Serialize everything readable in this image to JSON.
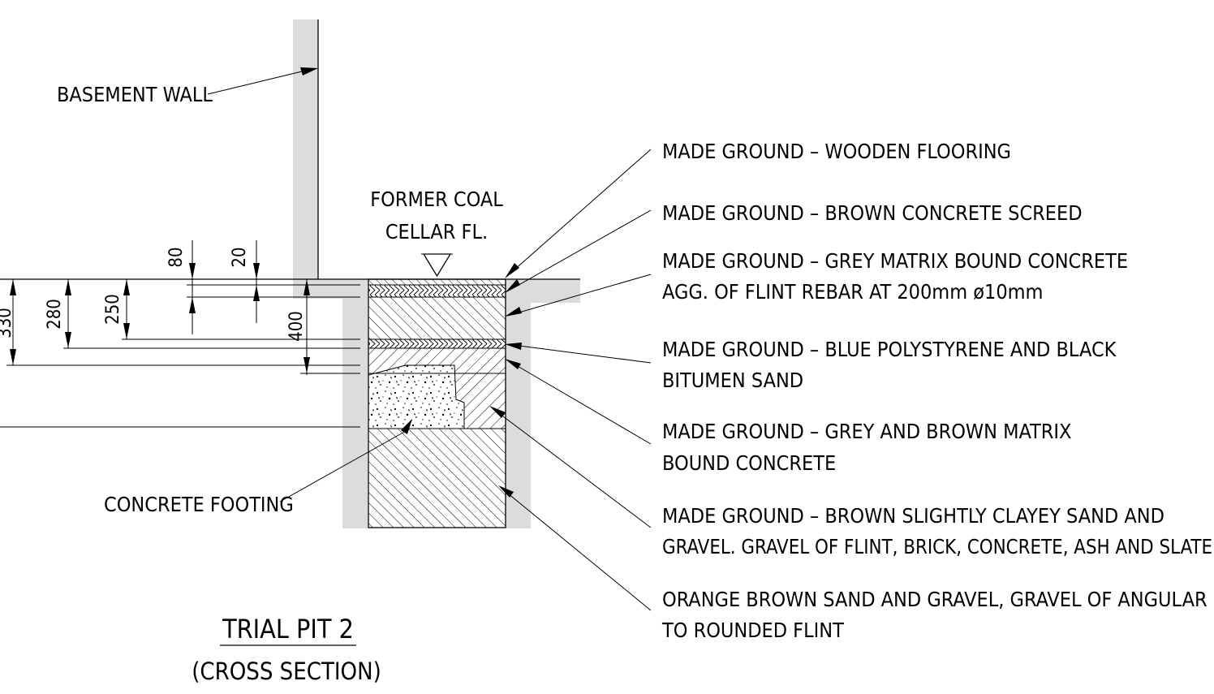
{
  "labels": {
    "basement_wall": "BASEMENT WALL",
    "former_coal_line1": "FORMER COAL",
    "former_coal_line2": "CELLAR FL.",
    "concrete_footing": "CONCRETE FOOTING",
    "title": "TRIAL PIT 2",
    "subtitle": "(CROSS SECTION)"
  },
  "layers": [
    {
      "line1": "MADE GROUND – WOODEN FLOORING",
      "line2": ""
    },
    {
      "line1": "MADE GROUND – BROWN CONCRETE SCREED",
      "line2": ""
    },
    {
      "line1": "MADE GROUND – GREY MATRIX BOUND CONCRETE",
      "line2": "AGG. OF FLINT REBAR AT 200mm ø10mm"
    },
    {
      "line1": "MADE GROUND – BLUE POLYSTYRENE AND BLACK",
      "line2": "BITUMEN SAND"
    },
    {
      "line1": "MADE GROUND – GREY AND BROWN MATRIX",
      "line2": "BOUND CONCRETE"
    },
    {
      "line1": "MADE GROUND – BROWN SLIGHTLY CLAYEY SAND AND",
      "line2": "GRAVEL. GRAVEL OF FLINT, BRICK, CONCRETE, ASH AND SLATE"
    },
    {
      "line1": "ORANGE BROWN SAND AND GRAVEL, GRAVEL OF ANGULAR",
      "line2": "TO ROUNDED FLINT"
    }
  ],
  "dimensions": {
    "d80": "80",
    "d20": "20",
    "d250": "250",
    "d280": "280",
    "d330": "330",
    "d400": "400"
  },
  "colors": {
    "wall_fill": "#dcdcdc",
    "line": "#000000"
  }
}
